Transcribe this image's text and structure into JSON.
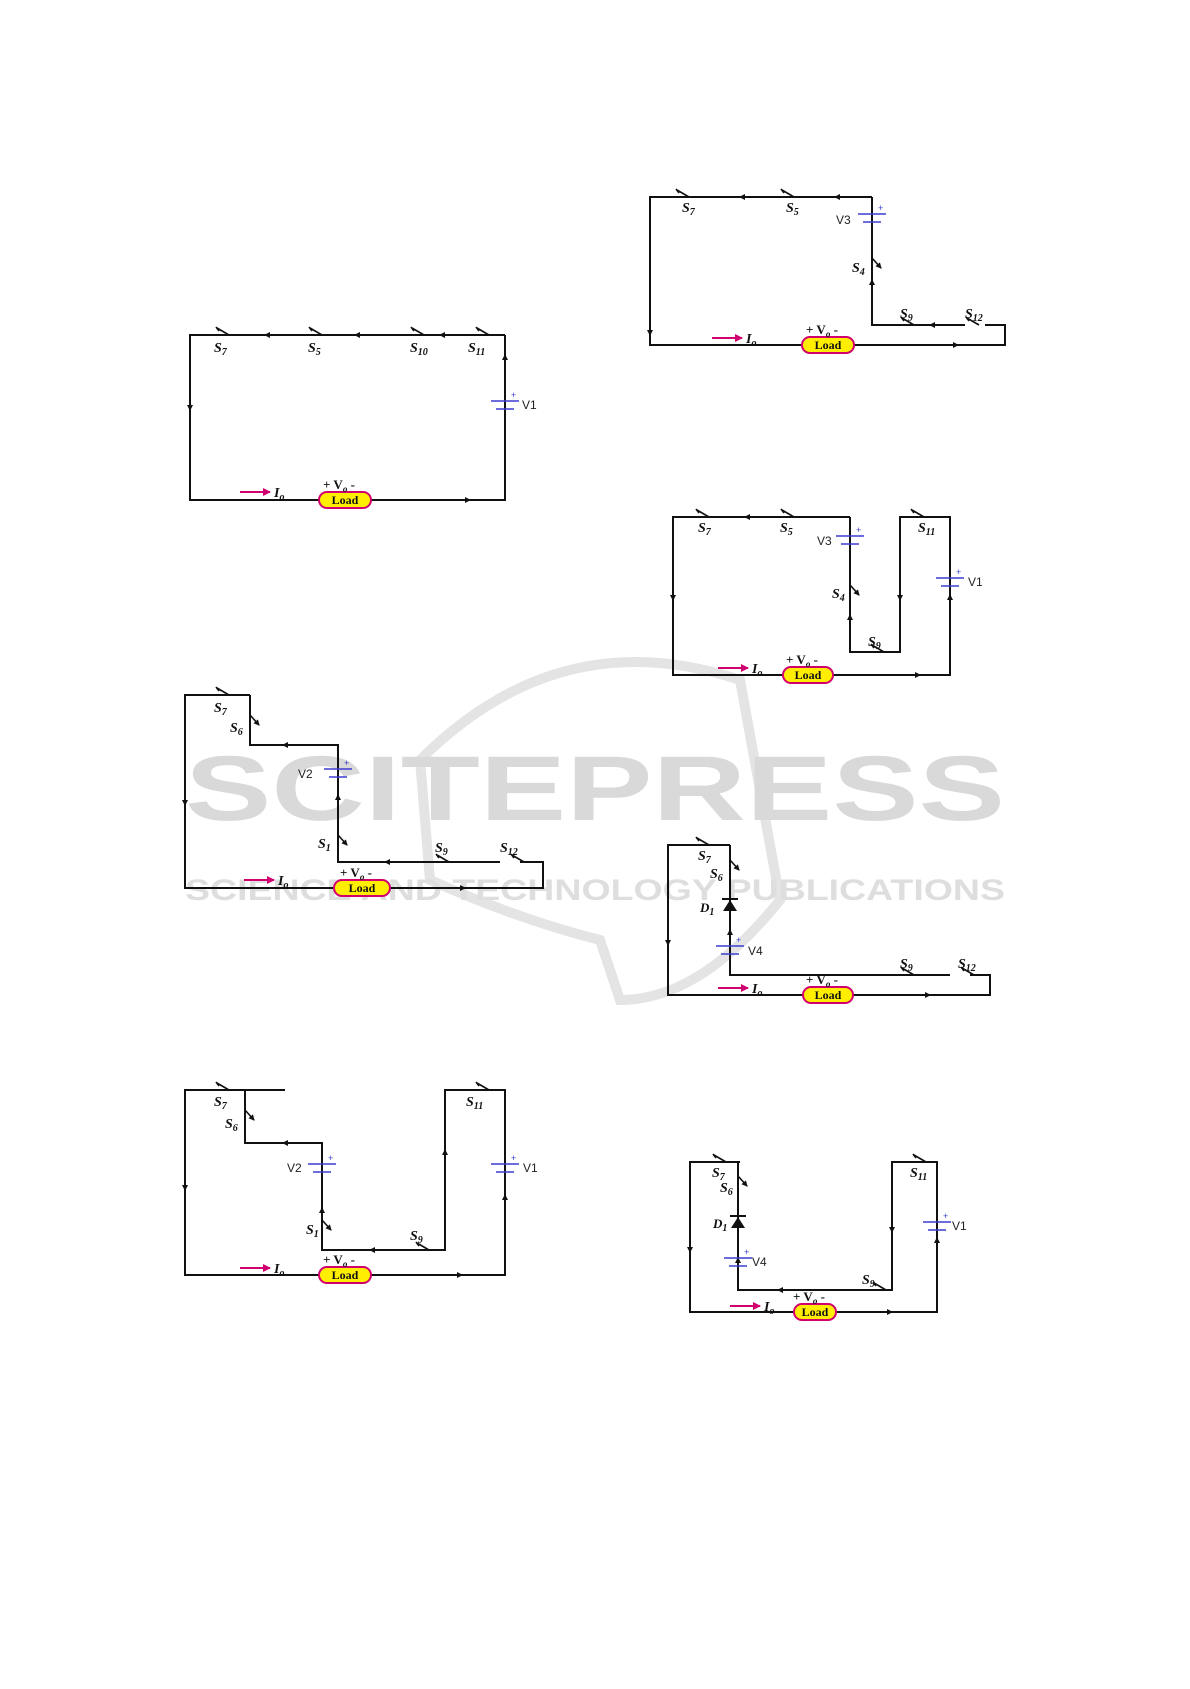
{
  "watermark": {
    "brand": "SCITEPRESS",
    "tagline": "SCIENCE AND TECHNOLOGY PUBLICATIONS",
    "color": "#cfcfcf"
  },
  "common": {
    "current_label": "I",
    "current_sub": "o",
    "voltage_label": "+ V",
    "voltage_sub": "o",
    "voltage_minus": "-",
    "load_label": "Load",
    "battery_plus": "+",
    "load_fill": "#ffee00",
    "load_border": "#d2006e",
    "current_arrow_color": "#d2006e",
    "battery_color": "#3c3cd0"
  },
  "circuits": [
    {
      "id": "c1",
      "switches": [
        "S7",
        "S5",
        "S10",
        "S11"
      ],
      "sources": [
        "V1"
      ]
    },
    {
      "id": "c2",
      "switches": [
        "S7",
        "S5",
        "S4",
        "S9",
        "S12"
      ],
      "sources": [
        "V3"
      ]
    },
    {
      "id": "c3",
      "switches": [
        "S7",
        "S5",
        "S4",
        "S9",
        "S11"
      ],
      "sources": [
        "V3",
        "V1"
      ]
    },
    {
      "id": "c4",
      "switches": [
        "S7",
        "S6",
        "S1",
        "S9",
        "S12"
      ],
      "sources": [
        "V2"
      ]
    },
    {
      "id": "c5",
      "switches": [
        "S7",
        "S6",
        "S9",
        "S12"
      ],
      "sources": [
        "V4"
      ],
      "diodes": [
        "D1"
      ]
    },
    {
      "id": "c6",
      "switches": [
        "S7",
        "S6",
        "S1",
        "S9",
        "S11"
      ],
      "sources": [
        "V2",
        "V1"
      ]
    },
    {
      "id": "c7",
      "switches": [
        "S7",
        "S6",
        "S9",
        "S11"
      ],
      "sources": [
        "V4",
        "V1"
      ],
      "diodes": [
        "D1"
      ]
    }
  ]
}
